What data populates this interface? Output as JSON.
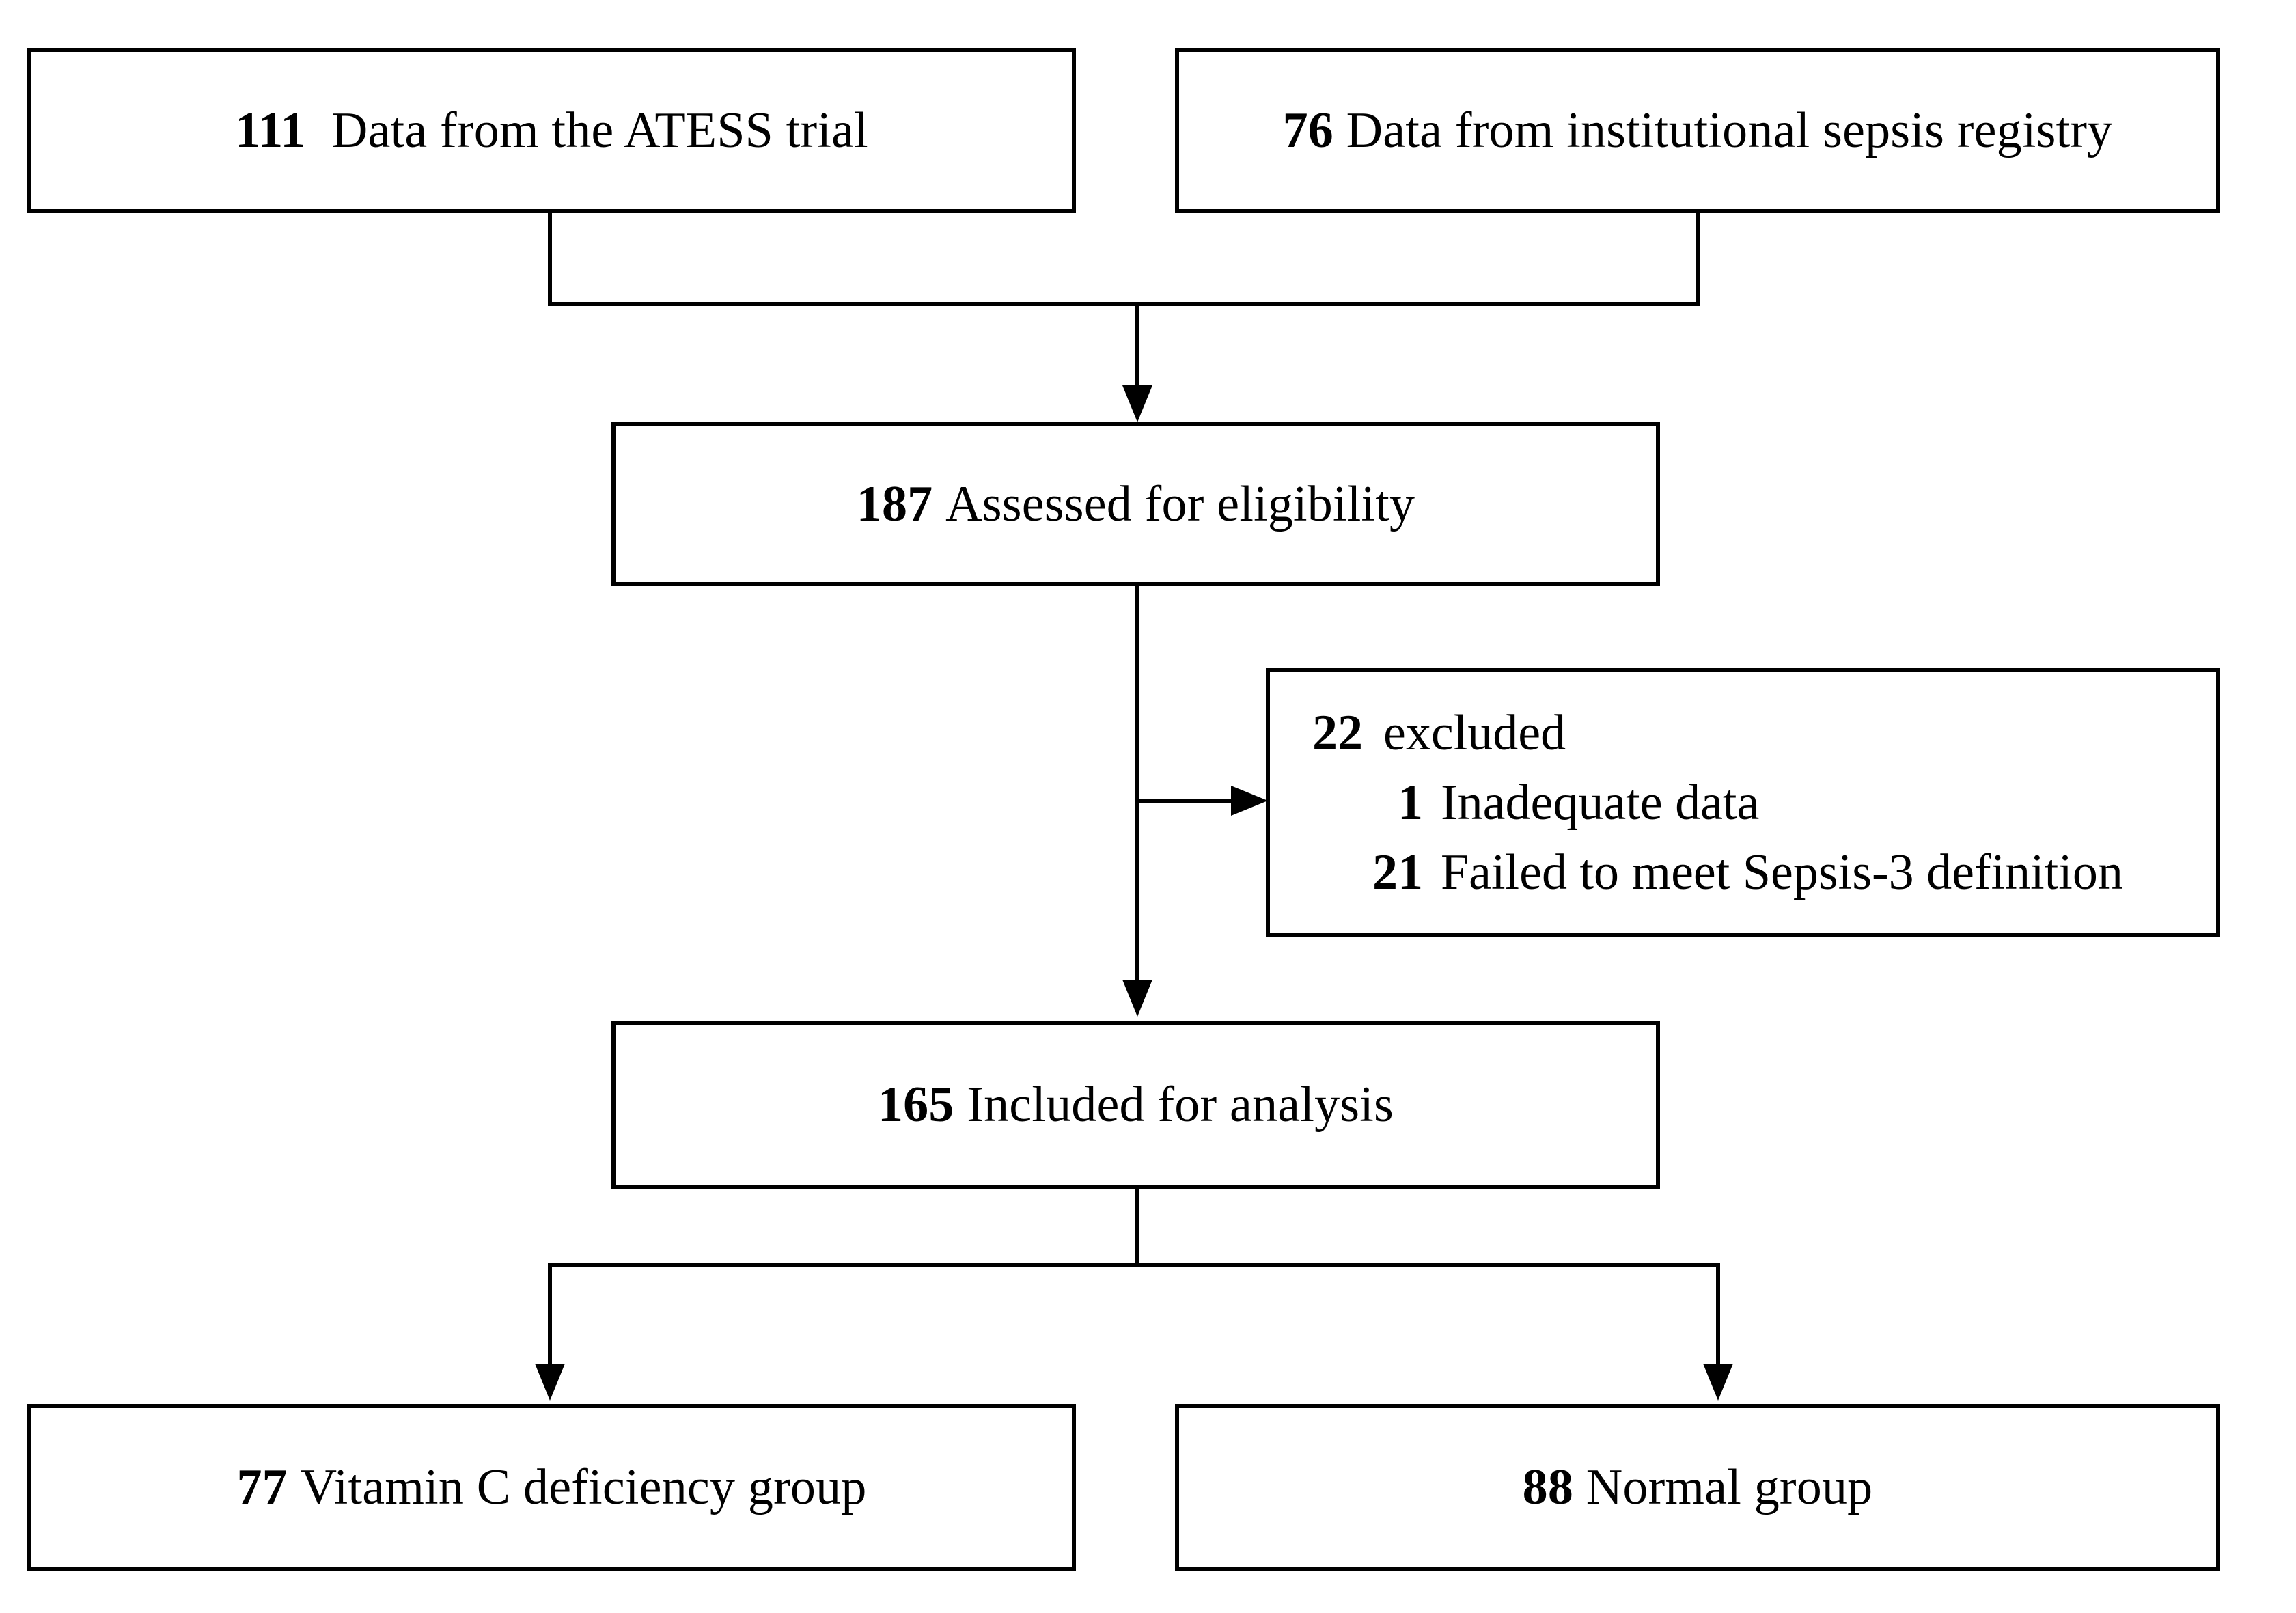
{
  "diagram": {
    "type": "study-flow-consort-diagram",
    "nodes": {
      "source_trial": {
        "count": "111",
        "label": "Data from the ATESS trial"
      },
      "source_registry": {
        "count": "76",
        "label": "Data from institutional sepsis registry"
      },
      "assessed": {
        "count": "187",
        "label": "Assessed for eligibility"
      },
      "excluded": {
        "count": "22",
        "label": "excluded",
        "reasons": [
          {
            "count": "1",
            "label": "Inadequate data"
          },
          {
            "count": "21",
            "label": "Failed to meet Sepsis-3 definition"
          }
        ]
      },
      "included": {
        "count": "165",
        "label": "Included for analysis"
      },
      "group_deficiency": {
        "count": "77",
        "label": "Vitamin C deficiency group"
      },
      "group_normal": {
        "count": "88",
        "label": "Normal group"
      }
    },
    "connectors": [
      {
        "name": "trial-to-merge",
        "kind": "vertical"
      },
      {
        "name": "registry-to-merge",
        "kind": "vertical"
      },
      {
        "name": "merge-bar",
        "kind": "horizontal"
      },
      {
        "name": "merge-to-assessed",
        "kind": "arrow-down"
      },
      {
        "name": "assessed-to-included",
        "kind": "arrow-down"
      },
      {
        "name": "assessed-to-excluded",
        "kind": "arrow-right"
      },
      {
        "name": "included-split-bar",
        "kind": "horizontal"
      },
      {
        "name": "split-to-deficiency",
        "kind": "arrow-down"
      },
      {
        "name": "split-to-normal",
        "kind": "arrow-down"
      }
    ],
    "colors": {
      "stroke": "#000000",
      "fill": "#ffffff",
      "text": "#000000"
    }
  }
}
